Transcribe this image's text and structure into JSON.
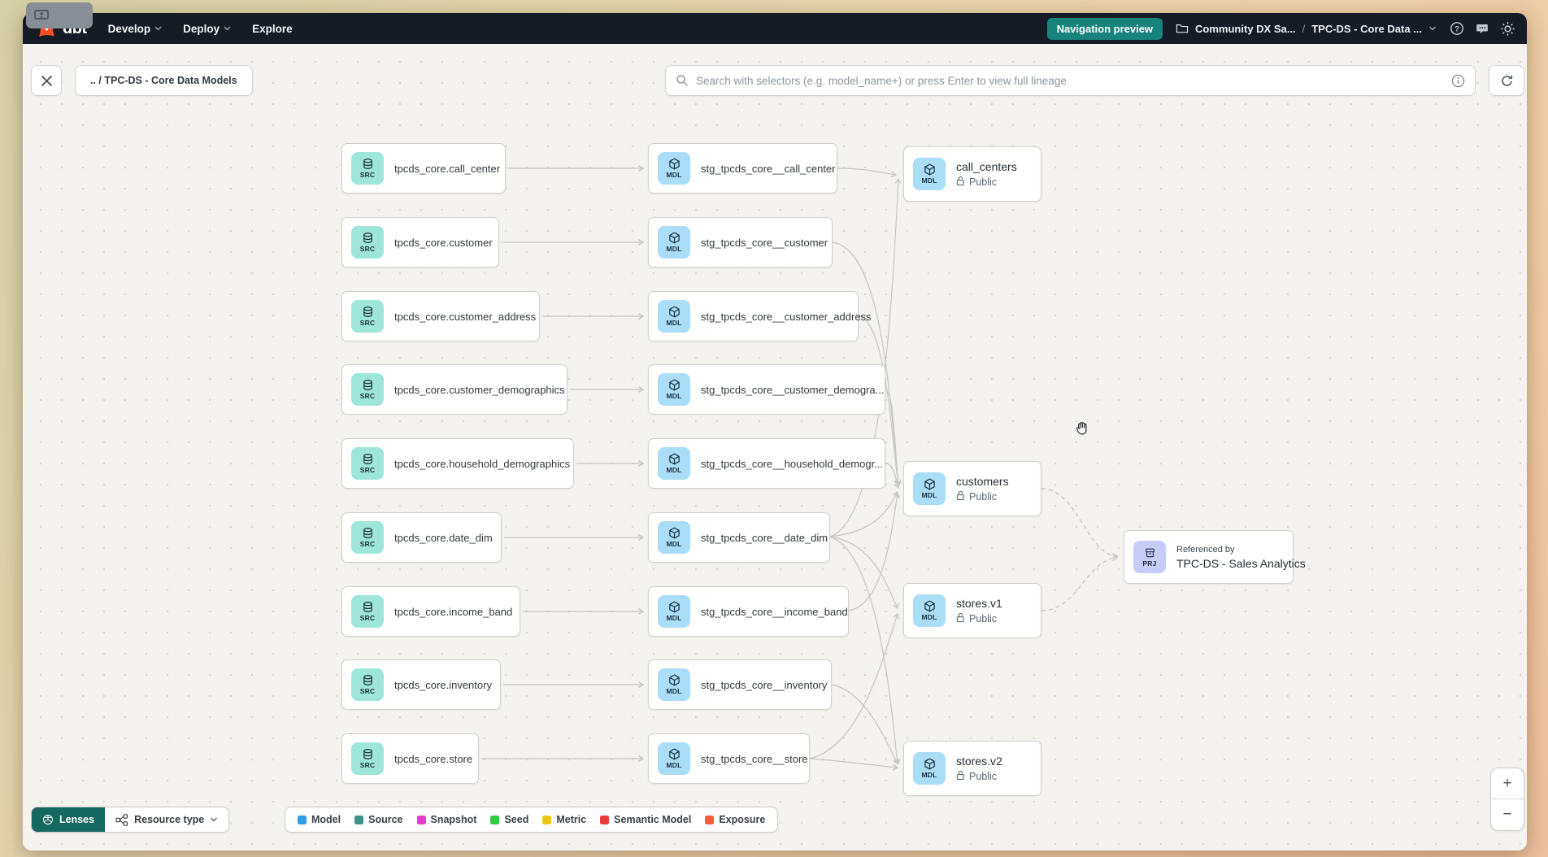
{
  "navbar": {
    "logo": "dbt",
    "menus": [
      {
        "label": "Develop"
      },
      {
        "label": "Deploy"
      },
      {
        "label": "Explore"
      }
    ],
    "preview_button": "Navigation preview",
    "project_crumb": "Community DX Sa...",
    "separator": "/",
    "page_crumb": "TPC-DS - Core Data ..."
  },
  "toolbar": {
    "breadcrumb_chip": ".. / TPC-DS - Core Data Models",
    "search_placeholder": "Search with selectors (e.g. model_name+) or press Enter to view full lineage"
  },
  "graph": {
    "source_badge": "SRC",
    "model_badge": "MDL",
    "project_badge": "PRJ",
    "sources": [
      "tpcds_core.call_center",
      "tpcds_core.customer",
      "tpcds_core.customer_address",
      "tpcds_core.customer_demographics",
      "tpcds_core.household_demographics",
      "tpcds_core.date_dim",
      "tpcds_core.income_band",
      "tpcds_core.inventory",
      "tpcds_core.store"
    ],
    "staging": [
      "stg_tpcds_core__call_center",
      "stg_tpcds_core__customer",
      "stg_tpcds_core__customer_address",
      "stg_tpcds_core__customer_demogra...",
      "stg_tpcds_core__household_demogr...",
      "stg_tpcds_core__date_dim",
      "stg_tpcds_core__income_band",
      "stg_tpcds_core__inventory",
      "stg_tpcds_core__store"
    ],
    "public_models": [
      {
        "name": "call_centers",
        "visibility": "Public"
      },
      {
        "name": "customers",
        "visibility": "Public"
      },
      {
        "name": "stores.v1",
        "visibility": "Public"
      },
      {
        "name": "stores.v2",
        "visibility": "Public"
      }
    ],
    "project_node": {
      "caption": "Referenced by",
      "name": "TPC-DS - Sales Analytics"
    }
  },
  "legend": {
    "lenses_label": "Lenses",
    "resource_type_label": "Resource type",
    "items": [
      {
        "label": "Model",
        "color": "#2e9fe6"
      },
      {
        "label": "Source",
        "color": "#3b9288"
      },
      {
        "label": "Snapshot",
        "color": "#e63ccb"
      },
      {
        "label": "Seed",
        "color": "#31ca43"
      },
      {
        "label": "Metric",
        "color": "#eec715"
      },
      {
        "label": "Semantic Model",
        "color": "#e93c3c"
      },
      {
        "label": "Exposure",
        "color": "#f25c3d"
      }
    ]
  },
  "zoom_controls": {
    "zoom_in": "+",
    "zoom_out": "−"
  },
  "colors": {
    "navbar_bg": "#151c26",
    "logo_orange": "#ff4f28",
    "preview_button_bg": "#17837a",
    "lenses_bg": "#16695f",
    "source_icon_bg": "#9fe6da",
    "model_icon_bg": "#a9ddf8",
    "project_icon_bg": "#c6cbf8"
  }
}
